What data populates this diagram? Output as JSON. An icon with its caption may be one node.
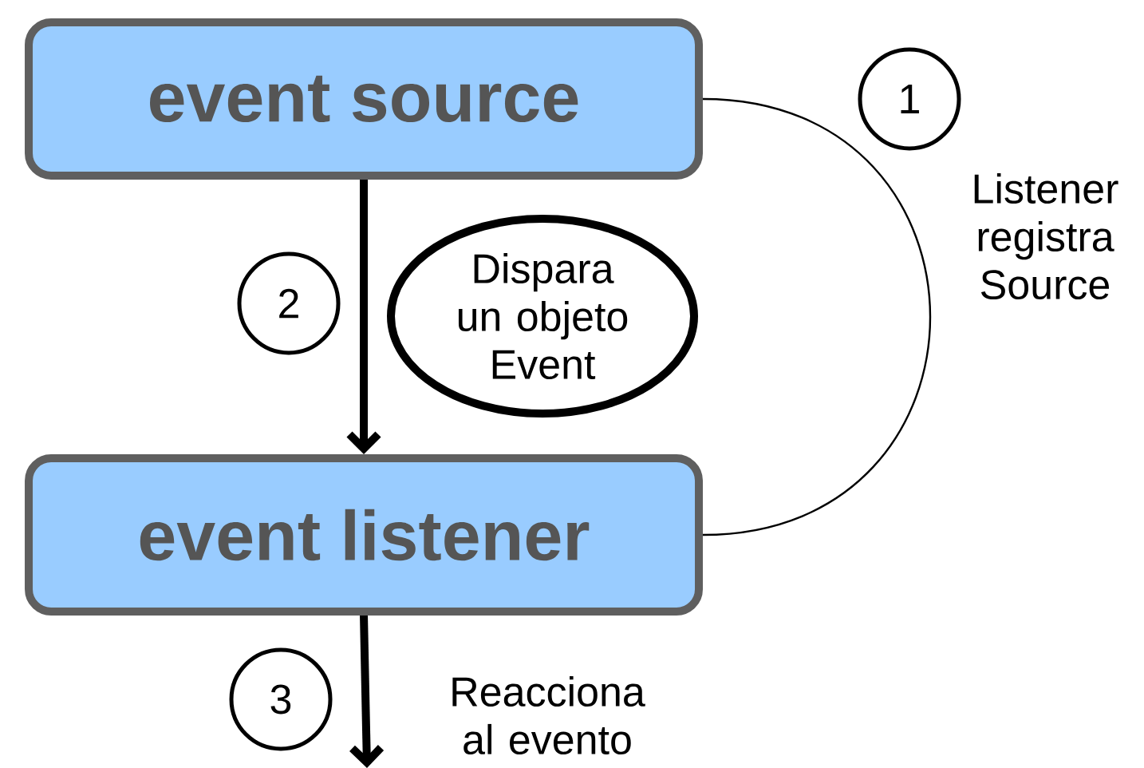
{
  "diagram": {
    "nodes": [
      {
        "text": [
          "event source"
        ]
      },
      {
        "text": [
          "event listener"
        ]
      },
      {
        "text": [
          "1"
        ]
      },
      {
        "text": [
          "2"
        ]
      },
      {
        "text": [
          "Dispara un objeto Event"
        ]
      },
      {
        "text": [
          "3"
        ]
      }
    ],
    "edges": [
      {
        "from": 0,
        "to": 1,
        "arrow": "to"
      },
      {
        "from": 0,
        "to": 1,
        "arrow": "none"
      },
      {
        "from": 1,
        "to": null,
        "arrow": "to"
      }
    ],
    "labels": [
      "Listener registra Source",
      "Reacciona al evento"
    ]
  }
}
